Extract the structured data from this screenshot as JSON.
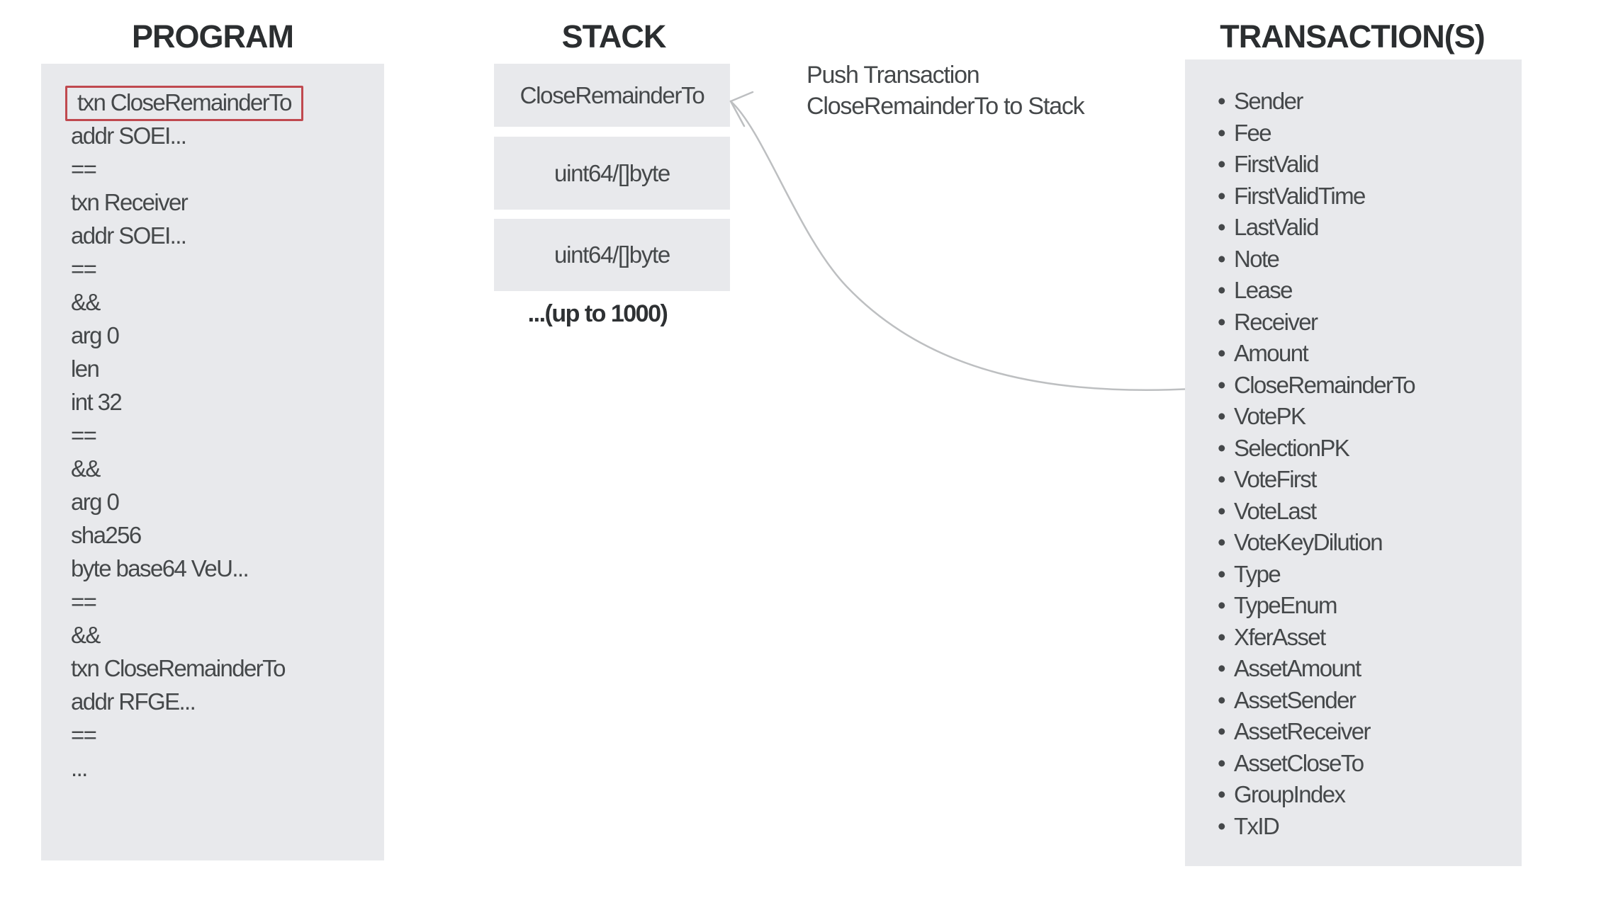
{
  "titles": {
    "program": "PROGRAM",
    "stack": "STACK",
    "transactions": "TRANSACTION(S)"
  },
  "program": {
    "highlighted_index": 0,
    "lines": [
      "txn CloseRemainderTo",
      "addr SOEI...",
      "==",
      "txn Receiver",
      "addr SOEI...",
      "==",
      "&&",
      "arg 0",
      "len",
      "int 32",
      "==",
      "&&",
      "arg 0",
      "sha256",
      "byte base64 VeU...",
      "==",
      "&&",
      "txn CloseRemainderTo",
      "addr RFGE...",
      "==",
      "..."
    ]
  },
  "stack": {
    "boxes": [
      "CloseRemainderTo",
      "uint64/[]byte",
      "uint64/[]byte"
    ],
    "more_label": "...(up to 1000)"
  },
  "annotation": {
    "line1": "Push Transaction",
    "line2": "CloseRemainderTo to Stack"
  },
  "transactions": {
    "items": [
      "Sender",
      "Fee",
      "FirstValid",
      "FirstValidTime",
      "LastValid",
      "Note",
      "Lease",
      "Receiver",
      "Amount",
      "CloseRemainderTo",
      "VotePK",
      "SelectionPK",
      "VoteFirst",
      "VoteLast",
      "VoteKeyDilution",
      "Type",
      "TypeEnum",
      "XferAsset",
      "AssetAmount",
      "AssetSender",
      "AssetReceiver",
      "AssetCloseTo",
      "GroupIndex",
      "TxID"
    ]
  },
  "colors": {
    "panel_bg": "#e8e9ec",
    "text_color": "#45484a",
    "title_color": "#2b2e30",
    "highlight_border": "#c0494f",
    "arrow_color": "#bdbfc1"
  }
}
